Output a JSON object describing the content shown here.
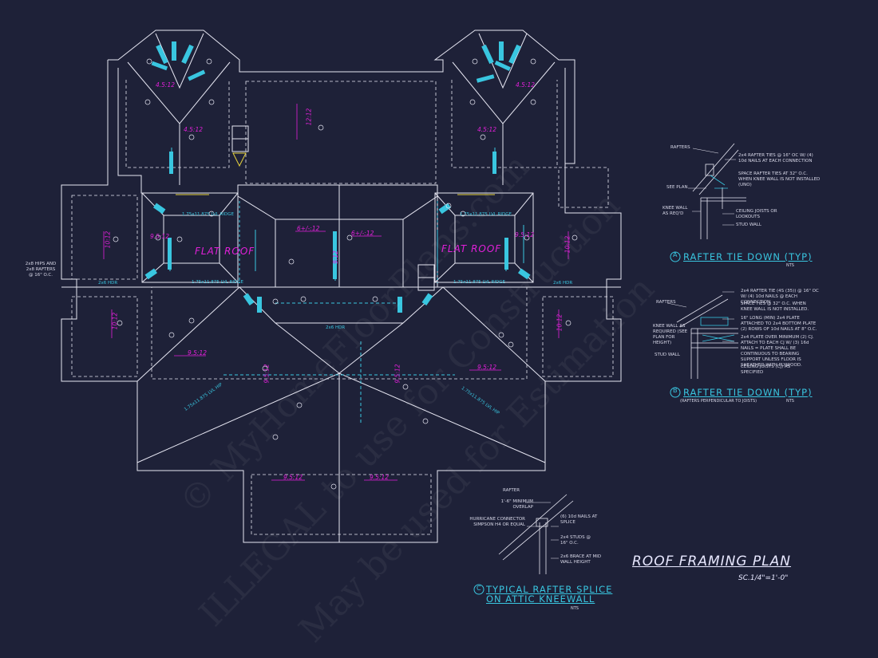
{
  "drawing": {
    "title": "ROOF FRAMING PLAN",
    "scale": "SC.1/4\"=1'-0\""
  },
  "plan_labels": {
    "flat_roof_left": "FLAT ROOF",
    "flat_roof_right": "FLAT ROOF",
    "slopes": {
      "center_top": "12:12",
      "left_wing_top": "10:12",
      "right_wing_top": "10:12",
      "left_wing_low": "10:12",
      "right_wing_low": "10:12",
      "left_bay_a": "4.5:12",
      "left_bay_b": "4.5:12",
      "right_bay_a": "4.5:12",
      "right_bay_b": "4.5:12",
      "valley_left": "6+/-:12",
      "valley_right": "6+/-:12",
      "left_small": "9.5:12",
      "right_small": "9.5:12",
      "lower_left": "9.5:12",
      "lower_right": "9.5:12",
      "front_left": "9.5:12",
      "front_right": "9.5:12",
      "gable_left": "9.5:12",
      "gable_right": "9.5:12",
      "center_mid": "9:12"
    },
    "ridge_left_top": "1.75x11.875 LVL RIDGE",
    "ridge_left_bottom": "1.75x11.875 LVL RIDGE",
    "ridge_right_top": "1.75x11.875 LVL RIDGE",
    "ridge_right_bottom": "1.75x11.875 LVL RIDGE",
    "hip_left": "1.75x11.875 LVL HIP",
    "hip_right": "1.75x11.875 LVL HIP",
    "left_wall_note": "2x8 HIPS AND 2x8 RAFTERS @ 16\" O.C.",
    "header_left": "2x6 HDR",
    "header_right": "2x6 HDR",
    "header_center": "2x6 HDR"
  },
  "detail_a": {
    "marker": "A",
    "title": "RAFTER TIE DOWN (TYP)",
    "nts": "NTS",
    "notes": {
      "rafters": "RAFTERS",
      "ties": "2x4 RAFTER TIES @ 16\" OC W/ (4) 10d NAILS AT EACH CONNECTION",
      "space": "SPACE RAFTER TIES AT 32\" O.C. WHEN KNEE WALL IS NOT INSTALLED (UNO)",
      "see_plan": "SEE PLAN",
      "knee_wall": "KNEE WALL AS REQ'D",
      "ceiling": "CEILING JOISTS OR LOOKOUTS",
      "stud": "STUD WALL"
    }
  },
  "detail_b": {
    "marker": "B",
    "title": "RAFTER TIE DOWN (TYP)",
    "subtitle": "(RAFTERS PERPENDICULAR TO JOISTS)",
    "nts": "NTS",
    "notes": {
      "rafters": "RAFTERS",
      "ties": "2x4 RAFTER TIE (4S (35)) @ 16\" OC W/ (4) 10d NAILS @ EACH CONNECTION",
      "space": "SPACE TIES @ 32\" O.C. WHEN KNEE WALL IS NOT INSTALLED.",
      "plate": "16\" LONG (MIN) 2x4 PLATE ATTACHED TO 2x4 BOTTOM PLATE (2) ROWS OF 10d NAILS AT 8\" O.C.",
      "plate2": "2x4 PLATE OVER MINIMUM (2) CJ. ATTACH TO EACH CJ W/ (3) 16d NAILS = PLATE SHALL BE CONTINUOUS TO BEARING SUPPORT UNLESS FLOOR IS SHEATHED WITH PLYWOOD.",
      "knee_wall": "KNEE WALL AS REQUIRED (SEE PLAN FOR HEIGHT)",
      "stud": "STUD WALL",
      "ceiling": "CEILING JOISTS (CJ) AS SPECIFIED"
    }
  },
  "detail_c": {
    "marker": "C",
    "title_line1": "TYPICAL RAFTER SPLICE",
    "title_line2": "ON ATTIC KNEEWALL",
    "nts": "NTS",
    "notes": {
      "rafter": "RAFTER",
      "overlap": "1'-6\" MINIMUM OVERLAP",
      "connector": "HURRICANE CONNECTOR SIMPSON H4 OR EQUAL",
      "nails": "(6) 10d NAILS AT SPLICE",
      "studs": "2x4 STUDS @ 16\" O.C.",
      "brace": "2x6 BRACE AT MID WALL HEIGHT"
    }
  },
  "watermark": {
    "line1": "© MyHomeFloorPlans.com",
    "line2": "ILLEGAL to use for Construction",
    "line3": "May be used for Estimation"
  },
  "colors": {
    "background": "#1e2138",
    "outline": "#e6e6f2",
    "cyan": "#39c6e0",
    "magenta": "#e020d8",
    "yellow": "#e6d23c"
  }
}
